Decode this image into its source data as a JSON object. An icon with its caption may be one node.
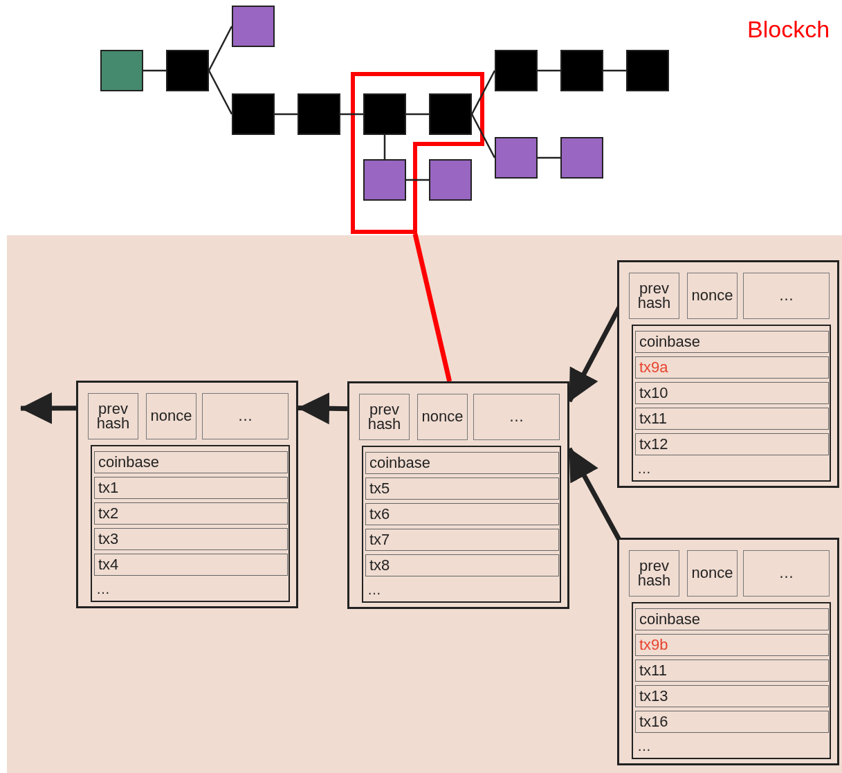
{
  "diagram": {
    "nodes": [
      {
        "text": [],
        "shape": "box"
      },
      {
        "text": [],
        "shape": "box"
      },
      {
        "text": [],
        "shape": "box"
      },
      {
        "text": [],
        "shape": "box"
      },
      {
        "text": [],
        "shape": "box"
      },
      {
        "text": [],
        "shape": "box"
      },
      {
        "text": [],
        "shape": "box"
      },
      {
        "text": [],
        "shape": "box"
      },
      {
        "text": [],
        "shape": "box"
      },
      {
        "text": [],
        "shape": "box"
      },
      {
        "text": [],
        "shape": "box"
      },
      {
        "text": [],
        "shape": "box"
      },
      {
        "text": [],
        "shape": "box"
      },
      {
        "text": [],
        "shape": "box"
      },
      {
        "text": [],
        "shape": "box"
      },
      {
        "text": [
          "prev hash"
        ],
        "in": 14
      },
      {
        "text": [
          "nonce"
        ],
        "in": 14
      },
      {
        "text": [
          "…"
        ],
        "in": 14
      },
      {
        "text": [
          "…"
        ],
        "in": 14
      },
      {
        "text": [
          "coinbase"
        ],
        "in": 18
      },
      {
        "text": [
          "tx1"
        ],
        "in": 18
      },
      {
        "text": [
          "tx2"
        ],
        "in": 18
      },
      {
        "text": [
          "tx3"
        ],
        "in": 18
      },
      {
        "text": [
          "tx4"
        ],
        "in": 18
      },
      {
        "text": [],
        "shape": "box"
      },
      {
        "text": [
          "prev hash"
        ],
        "in": 24
      },
      {
        "text": [
          "nonce"
        ],
        "in": 24
      },
      {
        "text": [
          "…"
        ],
        "in": 24
      },
      {
        "text": [
          "…"
        ],
        "in": 24
      },
      {
        "text": [
          "coinbase"
        ],
        "in": 28
      },
      {
        "text": [
          "tx5"
        ],
        "in": 28
      },
      {
        "text": [
          "tx6"
        ],
        "in": 28
      },
      {
        "text": [
          "tx7"
        ],
        "in": 28
      },
      {
        "text": [
          "tx8"
        ],
        "in": 28
      },
      {
        "text": [],
        "shape": "box"
      },
      {
        "text": [
          "prev hash"
        ],
        "in": 34
      },
      {
        "text": [
          "nonce"
        ],
        "in": 34
      },
      {
        "text": [
          "…"
        ],
        "in": 34
      },
      {
        "text": [
          "…"
        ],
        "in": 34
      },
      {
        "text": [
          "coinbase"
        ],
        "in": 38
      },
      {
        "text": [
          "tx9a"
        ],
        "in": 38
      },
      {
        "text": [
          "tx10"
        ],
        "in": 38
      },
      {
        "text": [
          "tx11"
        ],
        "in": 38
      },
      {
        "text": [
          "tx12"
        ],
        "in": 38
      },
      {
        "text": [],
        "shape": "box"
      },
      {
        "text": [
          "prev hash"
        ],
        "in": 44
      },
      {
        "text": [
          "nonce"
        ],
        "in": 44
      },
      {
        "text": [
          "…"
        ],
        "in": 44
      },
      {
        "text": [
          "…"
        ],
        "in": 44
      },
      {
        "text": [
          "coinbase"
        ],
        "in": 48
      },
      {
        "text": [
          "tx9b"
        ],
        "in": 48
      },
      {
        "text": [
          "tx11"
        ],
        "in": 48
      },
      {
        "text": [
          "tx13"
        ],
        "in": 48
      },
      {
        "text": [
          "tx16"
        ],
        "in": 48
      }
    ],
    "edges": [
      {
        "from": 0,
        "to": 1,
        "arrow": "none"
      },
      {
        "from": 1,
        "to": 2,
        "arrow": "none"
      },
      {
        "from": 1,
        "to": 3,
        "arrow": "none"
      },
      {
        "from": 3,
        "to": 4,
        "arrow": "none"
      },
      {
        "from": 4,
        "to": 5,
        "arrow": "none"
      },
      {
        "from": 5,
        "to": 6,
        "arrow": "none"
      },
      {
        "from": 5,
        "to": 7,
        "arrow": "none"
      },
      {
        "from": 7,
        "to": 8,
        "arrow": "none"
      },
      {
        "from": 6,
        "to": 9,
        "arrow": "none"
      },
      {
        "from": 9,
        "to": 10,
        "arrow": "none"
      },
      {
        "from": 10,
        "to": 11,
        "arrow": "none"
      },
      {
        "from": 6,
        "to": 12,
        "arrow": "none"
      },
      {
        "from": 12,
        "to": 13,
        "arrow": "none"
      },
      {
        "from": null,
        "to": 24,
        "arrow": "none",
        "style": "thick",
        "color": "#ff0000"
      },
      {
        "from": 15,
        "to": null,
        "arrow": "to",
        "style": "thick"
      },
      {
        "from": 25,
        "to": 14,
        "arrow": "to",
        "style": "thick"
      },
      {
        "from": 35,
        "to": 24,
        "arrow": "to",
        "style": "thick"
      },
      {
        "from": 45,
        "to": 24,
        "arrow": "to",
        "style": "thick"
      }
    ],
    "labels": [
      "Blockch"
    ]
  }
}
